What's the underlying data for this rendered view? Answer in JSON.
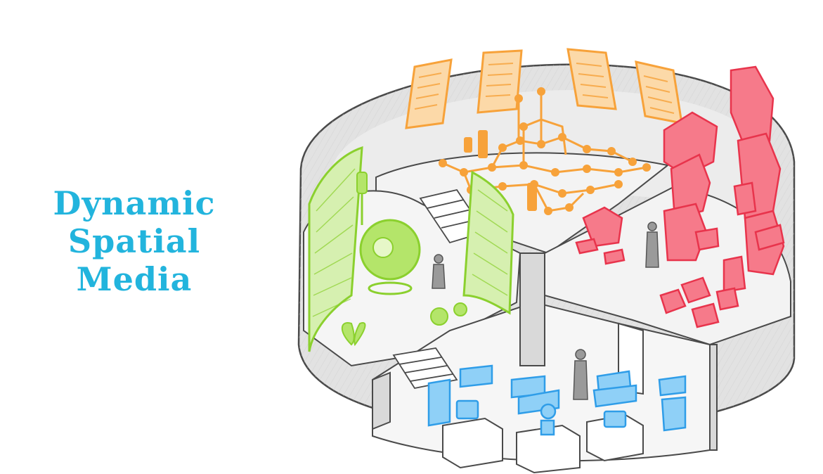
{
  "title": {
    "line1": "Dynamic",
    "line2": "Spatial",
    "line3": "Media"
  },
  "colors": {
    "title": "#22b4dd",
    "orange": "#f7a23a",
    "green": "#96d63a",
    "red": "#f2546a",
    "blue": "#45aef2",
    "wall": "#d7d7d7",
    "floor": "#efefef",
    "outline": "#4a4a4a"
  },
  "zones": [
    {
      "name": "orange-data-zone",
      "icon": "document-panels-and-node-graph"
    },
    {
      "name": "green-sphere-zone",
      "icon": "curved-screens-and-globe"
    },
    {
      "name": "red-blocks-zone",
      "icon": "3d-block-towers"
    },
    {
      "name": "blue-exhibit-zone",
      "icon": "holographic-models-on-pedestals"
    }
  ]
}
